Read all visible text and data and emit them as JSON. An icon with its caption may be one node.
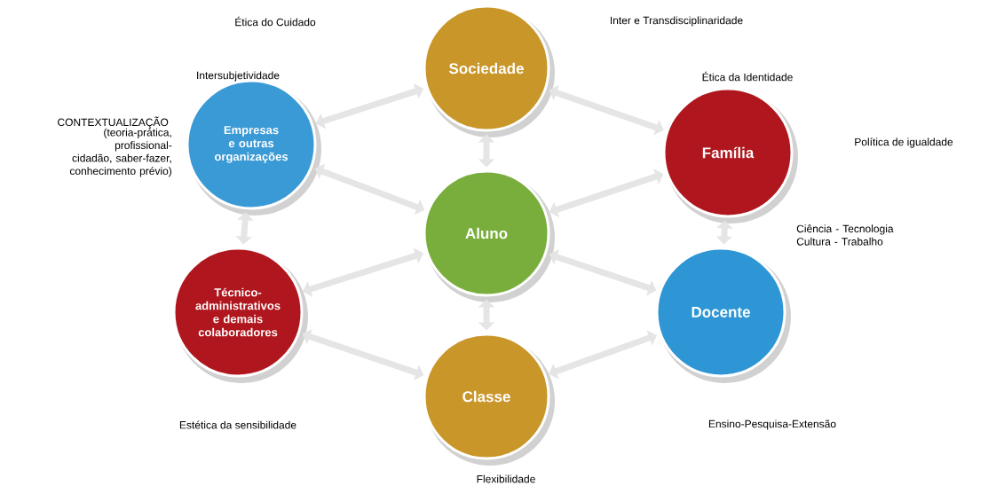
{
  "diagram": {
    "nodes": [
      {
        "text": [
          "Sociedade"
        ]
      },
      {
        "text": [
          "Empresas e outras organizações"
        ]
      },
      {
        "text": [
          "Família"
        ]
      },
      {
        "text": [
          "Aluno"
        ]
      },
      {
        "text": [
          "Técnico-administrativos e demais colaboradores"
        ]
      },
      {
        "text": [
          "Docente"
        ]
      },
      {
        "text": [
          "Classe"
        ]
      }
    ],
    "edges": [
      {
        "from": 0,
        "to": 1,
        "arrow": "both"
      },
      {
        "from": 0,
        "to": 2,
        "arrow": "both"
      },
      {
        "from": 0,
        "to": 3,
        "arrow": "both"
      },
      {
        "from": 1,
        "to": 3,
        "arrow": "both"
      },
      {
        "from": 2,
        "to": 3,
        "arrow": "both"
      },
      {
        "from": 1,
        "to": 4,
        "arrow": "both"
      },
      {
        "from": 2,
        "to": 5,
        "arrow": "both"
      },
      {
        "from": 4,
        "to": 3,
        "arrow": "both"
      },
      {
        "from": 5,
        "to": 3,
        "arrow": "both"
      },
      {
        "from": 3,
        "to": 6,
        "arrow": "both"
      },
      {
        "from": 4,
        "to": 6,
        "arrow": "both"
      },
      {
        "from": 5,
        "to": 6,
        "arrow": "both"
      }
    ],
    "labels": [
      "Ética do Cuidado",
      "Inter e Transdisciplinaridade",
      "Intersubjetividade",
      "Ética da Identidade",
      "CONTEXTUALIZAÇÃO",
      "(teoria-prática, profissional-cidadão, saber-fazer, conhecimento prévio)",
      "Política de igualdade",
      "Ciência - Tecnologia Cultura - Trabalho",
      "Estética da sensibilidade",
      "Ensino-Pesquisa-Extensão",
      "Flexibilidade"
    ]
  }
}
